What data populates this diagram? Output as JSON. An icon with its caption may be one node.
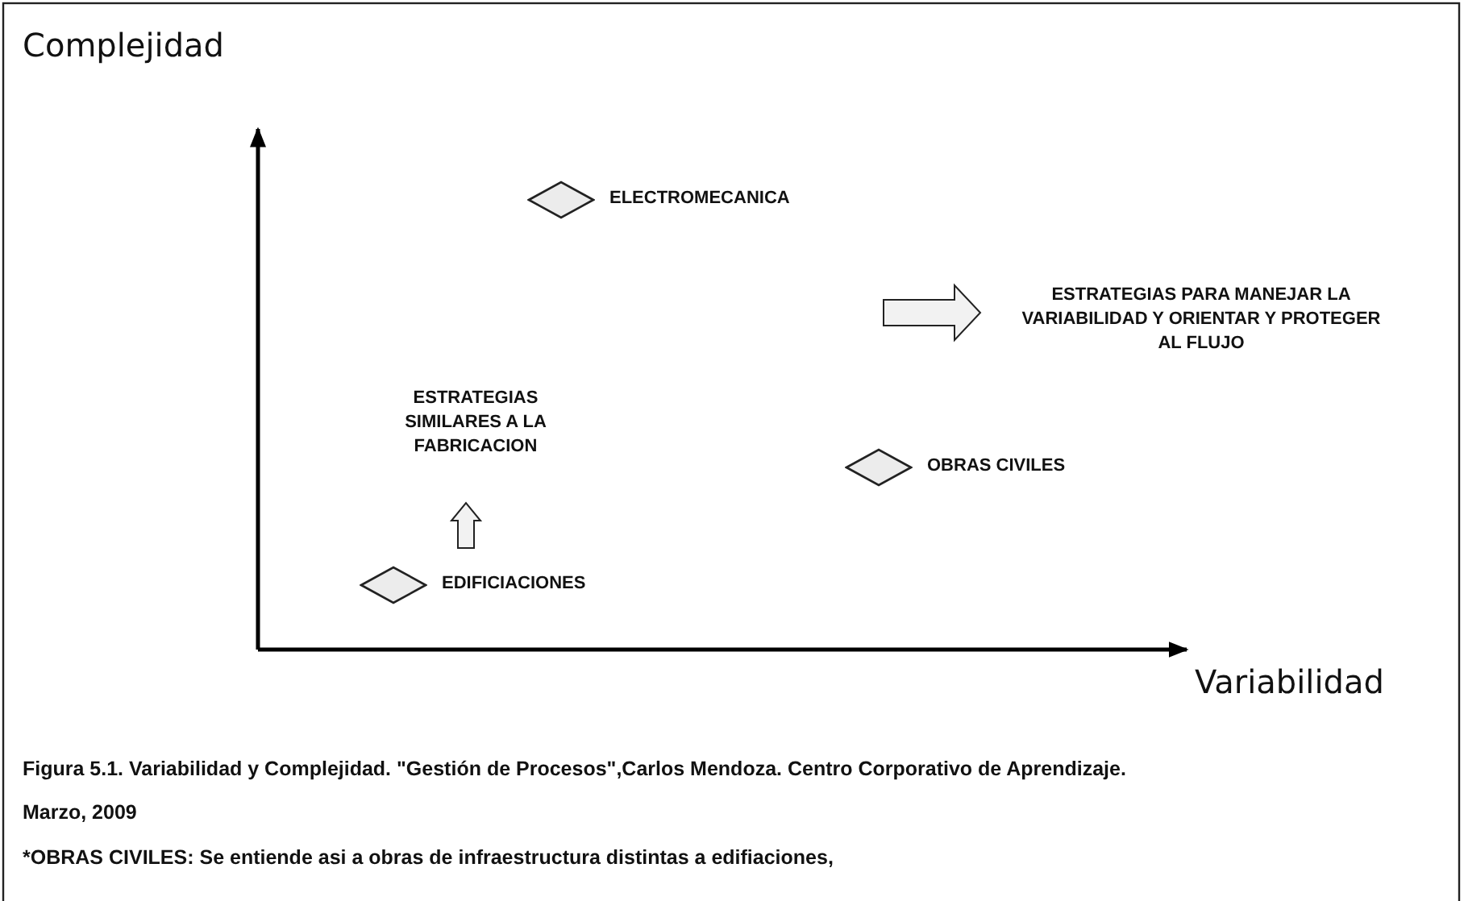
{
  "diagram": {
    "caption": "Figura 5.1. Variabilidad y Complejidad. \"Gestión de Procesos\",Carlos Mendoza. Centro Corporativo de Aprendizaje. Marzo, 2009",
    "nodes": [
      {
        "text": [],
        "shape": "diamond",
        "beside": [
          "ELECTROMECANICA"
        ]
      },
      {
        "text": [],
        "shape": "diamond",
        "beside": [
          "OBRAS CIVILES"
        ]
      },
      {
        "text": [],
        "shape": "diamond",
        "beside": [
          "EDIFICIACIONES"
        ]
      }
    ],
    "labels": [
      "Complejidad",
      "ESTRATEGIAS PARA MANEJAR LA VARIABILIDAD Y ORIENTAR Y PROTEGER AL FLUJO",
      "ESTRATEGIAS SIMILARES A LA FABRICACION",
      "Variabilidad",
      "*OBRAS CIVILES: Se entiende asi a obras de infraestructura distintas a edifiaciones,"
    ]
  }
}
